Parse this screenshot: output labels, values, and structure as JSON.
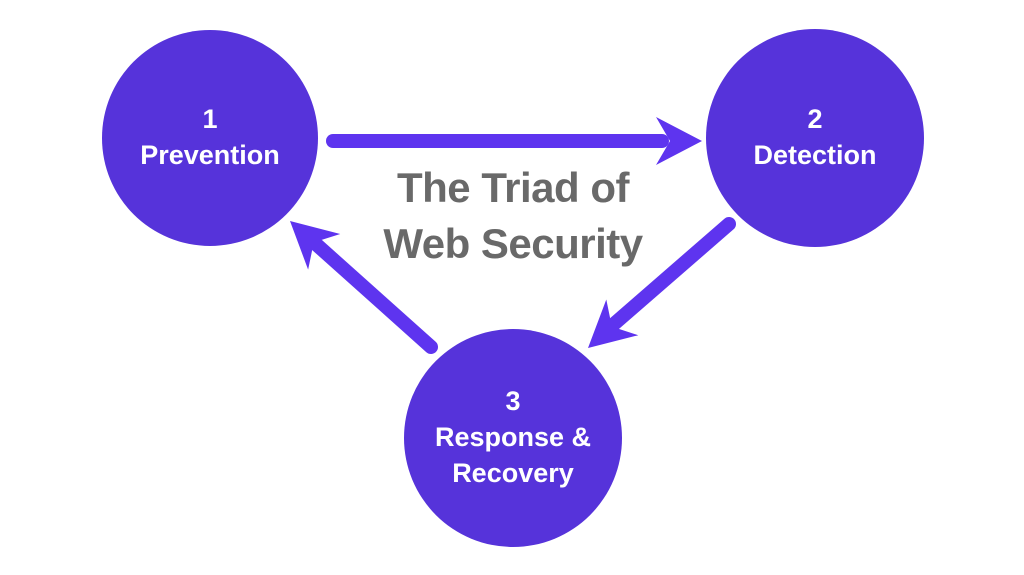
{
  "title": {
    "line1": "The Triad of",
    "line2": "Web Security"
  },
  "nodes": [
    {
      "number": "1",
      "label": "Prevention"
    },
    {
      "number": "2",
      "label": "Detection"
    },
    {
      "number": "3",
      "label": "Response &\nRecovery"
    }
  ],
  "arrows": [
    {
      "from": "Prevention",
      "to": "Detection"
    },
    {
      "from": "Detection",
      "to": "Response & Recovery"
    },
    {
      "from": "Response & Recovery",
      "to": "Prevention"
    }
  ],
  "colors": {
    "node_fill": "#5633da",
    "node_text": "#ffffff",
    "arrow": "#5e34ef",
    "title_text": "#696969",
    "background": "#ffffff"
  }
}
